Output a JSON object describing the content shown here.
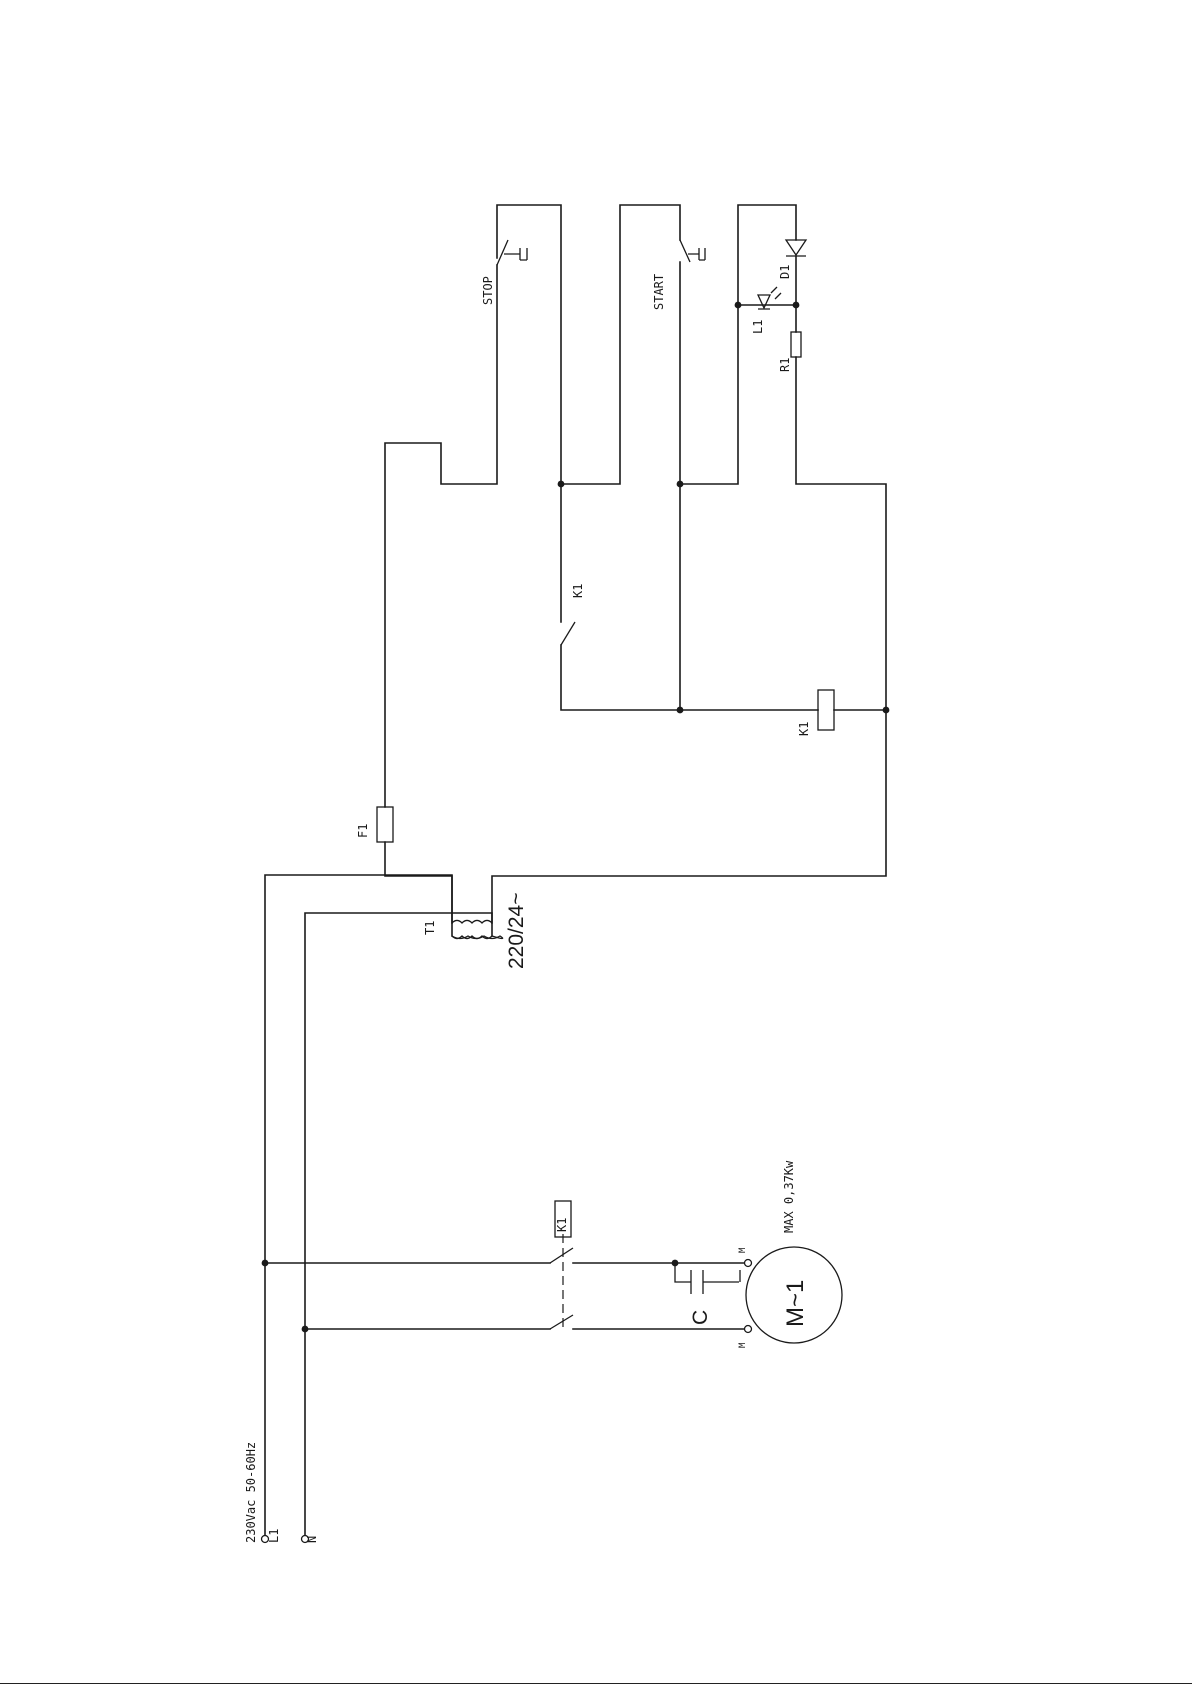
{
  "supply": {
    "label": "230Vac 50-60Hz",
    "l1": "L1",
    "n": "N"
  },
  "transformer": {
    "name": "T1",
    "ratio": "220/24~"
  },
  "fuse": {
    "name": "F1"
  },
  "stop_button": {
    "name": "STOP"
  },
  "start_button": {
    "name": "START"
  },
  "led": {
    "name": "L1"
  },
  "diode": {
    "name": "D1"
  },
  "resistor": {
    "name": "R1"
  },
  "contactor": {
    "aux_contact": "K1",
    "coil": "K1",
    "power_contact": "K1"
  },
  "capacitor": {
    "name": "C"
  },
  "motor": {
    "symbol": "M~1",
    "rating": "MAX 0,37Kw",
    "terminal_a": "M",
    "terminal_b": "M"
  }
}
